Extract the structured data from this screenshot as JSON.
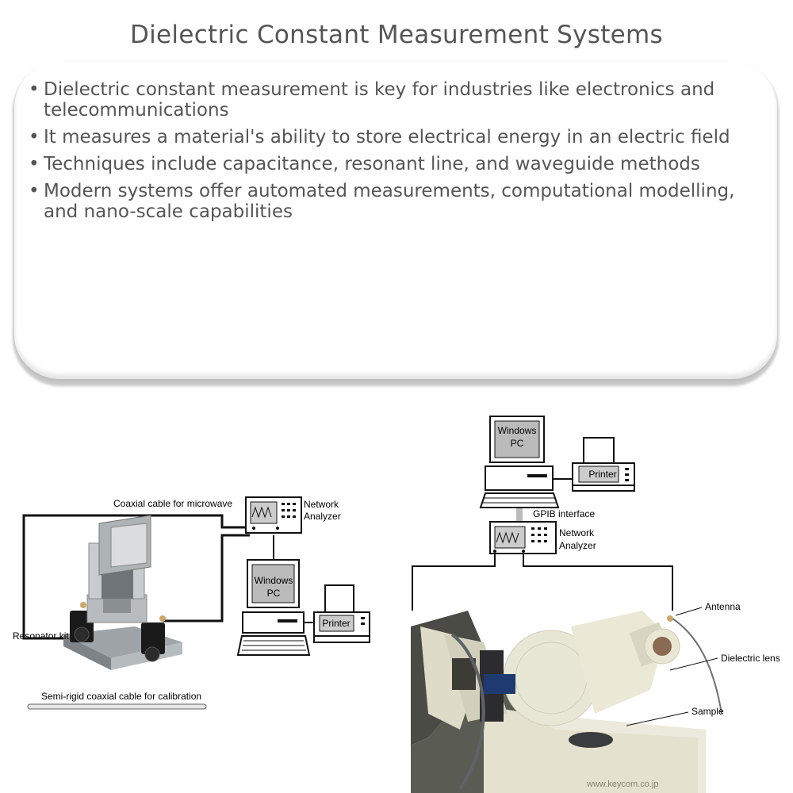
{
  "title": "Dielectric Constant Measurement Systems",
  "bullets": [
    "Dielectric constant measurement is key for industries like electronics and telecommunications",
    "It measures a material's ability to store electrical energy in an electric field",
    "Techniques include capacitance, resonant line, and waveguide methods",
    "Modern systems offer automated measurements, computational modelling, and nano-scale capabilities"
  ],
  "left_diagram": {
    "cable_label": "Coaxial cable for microwave",
    "analyzer_label_1": "Network",
    "analyzer_label_2": "Analyzer",
    "pc_label_1": "Windows",
    "pc_label_2": "PC",
    "printer_label": "Printer",
    "resonator_label": "Resonator kit",
    "semi_rigid_label": "Semi-rigid coaxial cable for calibration"
  },
  "right_diagram": {
    "pc_label_1": "Windows",
    "pc_label_2": "PC",
    "printer_label": "Printer",
    "gpib_label": "GPIB interface",
    "analyzer_label_1": "Network",
    "analyzer_label_2": "Analyzer",
    "antenna_label": "Antenna",
    "lens_label": "Dielectric lens",
    "sample_label": "Sample",
    "watermark": "www.keycom.co.jp"
  }
}
